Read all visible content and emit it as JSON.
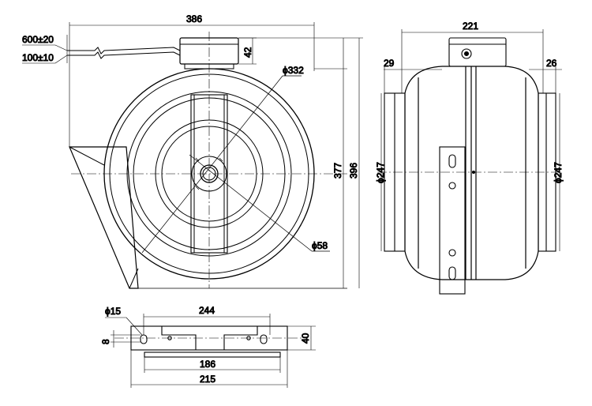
{
  "drawing": {
    "front_view": {
      "width": "386",
      "cable_length": "600±20",
      "cable_strip": "100±10",
      "box_height": "42",
      "impeller_dia": "ϕ332",
      "hub_dia": "ϕ58",
      "height_inner": "377",
      "height_outer": "396"
    },
    "side_view": {
      "width": "221",
      "left_spigot": "29",
      "right_spigot": "26",
      "left_duct_dia": "ϕ247",
      "right_duct_dia": "ϕ247"
    },
    "bracket_view": {
      "hole_dia": "ϕ15",
      "hole_span": "244",
      "slot_width": "8",
      "height": "40",
      "inner_span": "186",
      "outer_span": "215"
    }
  }
}
